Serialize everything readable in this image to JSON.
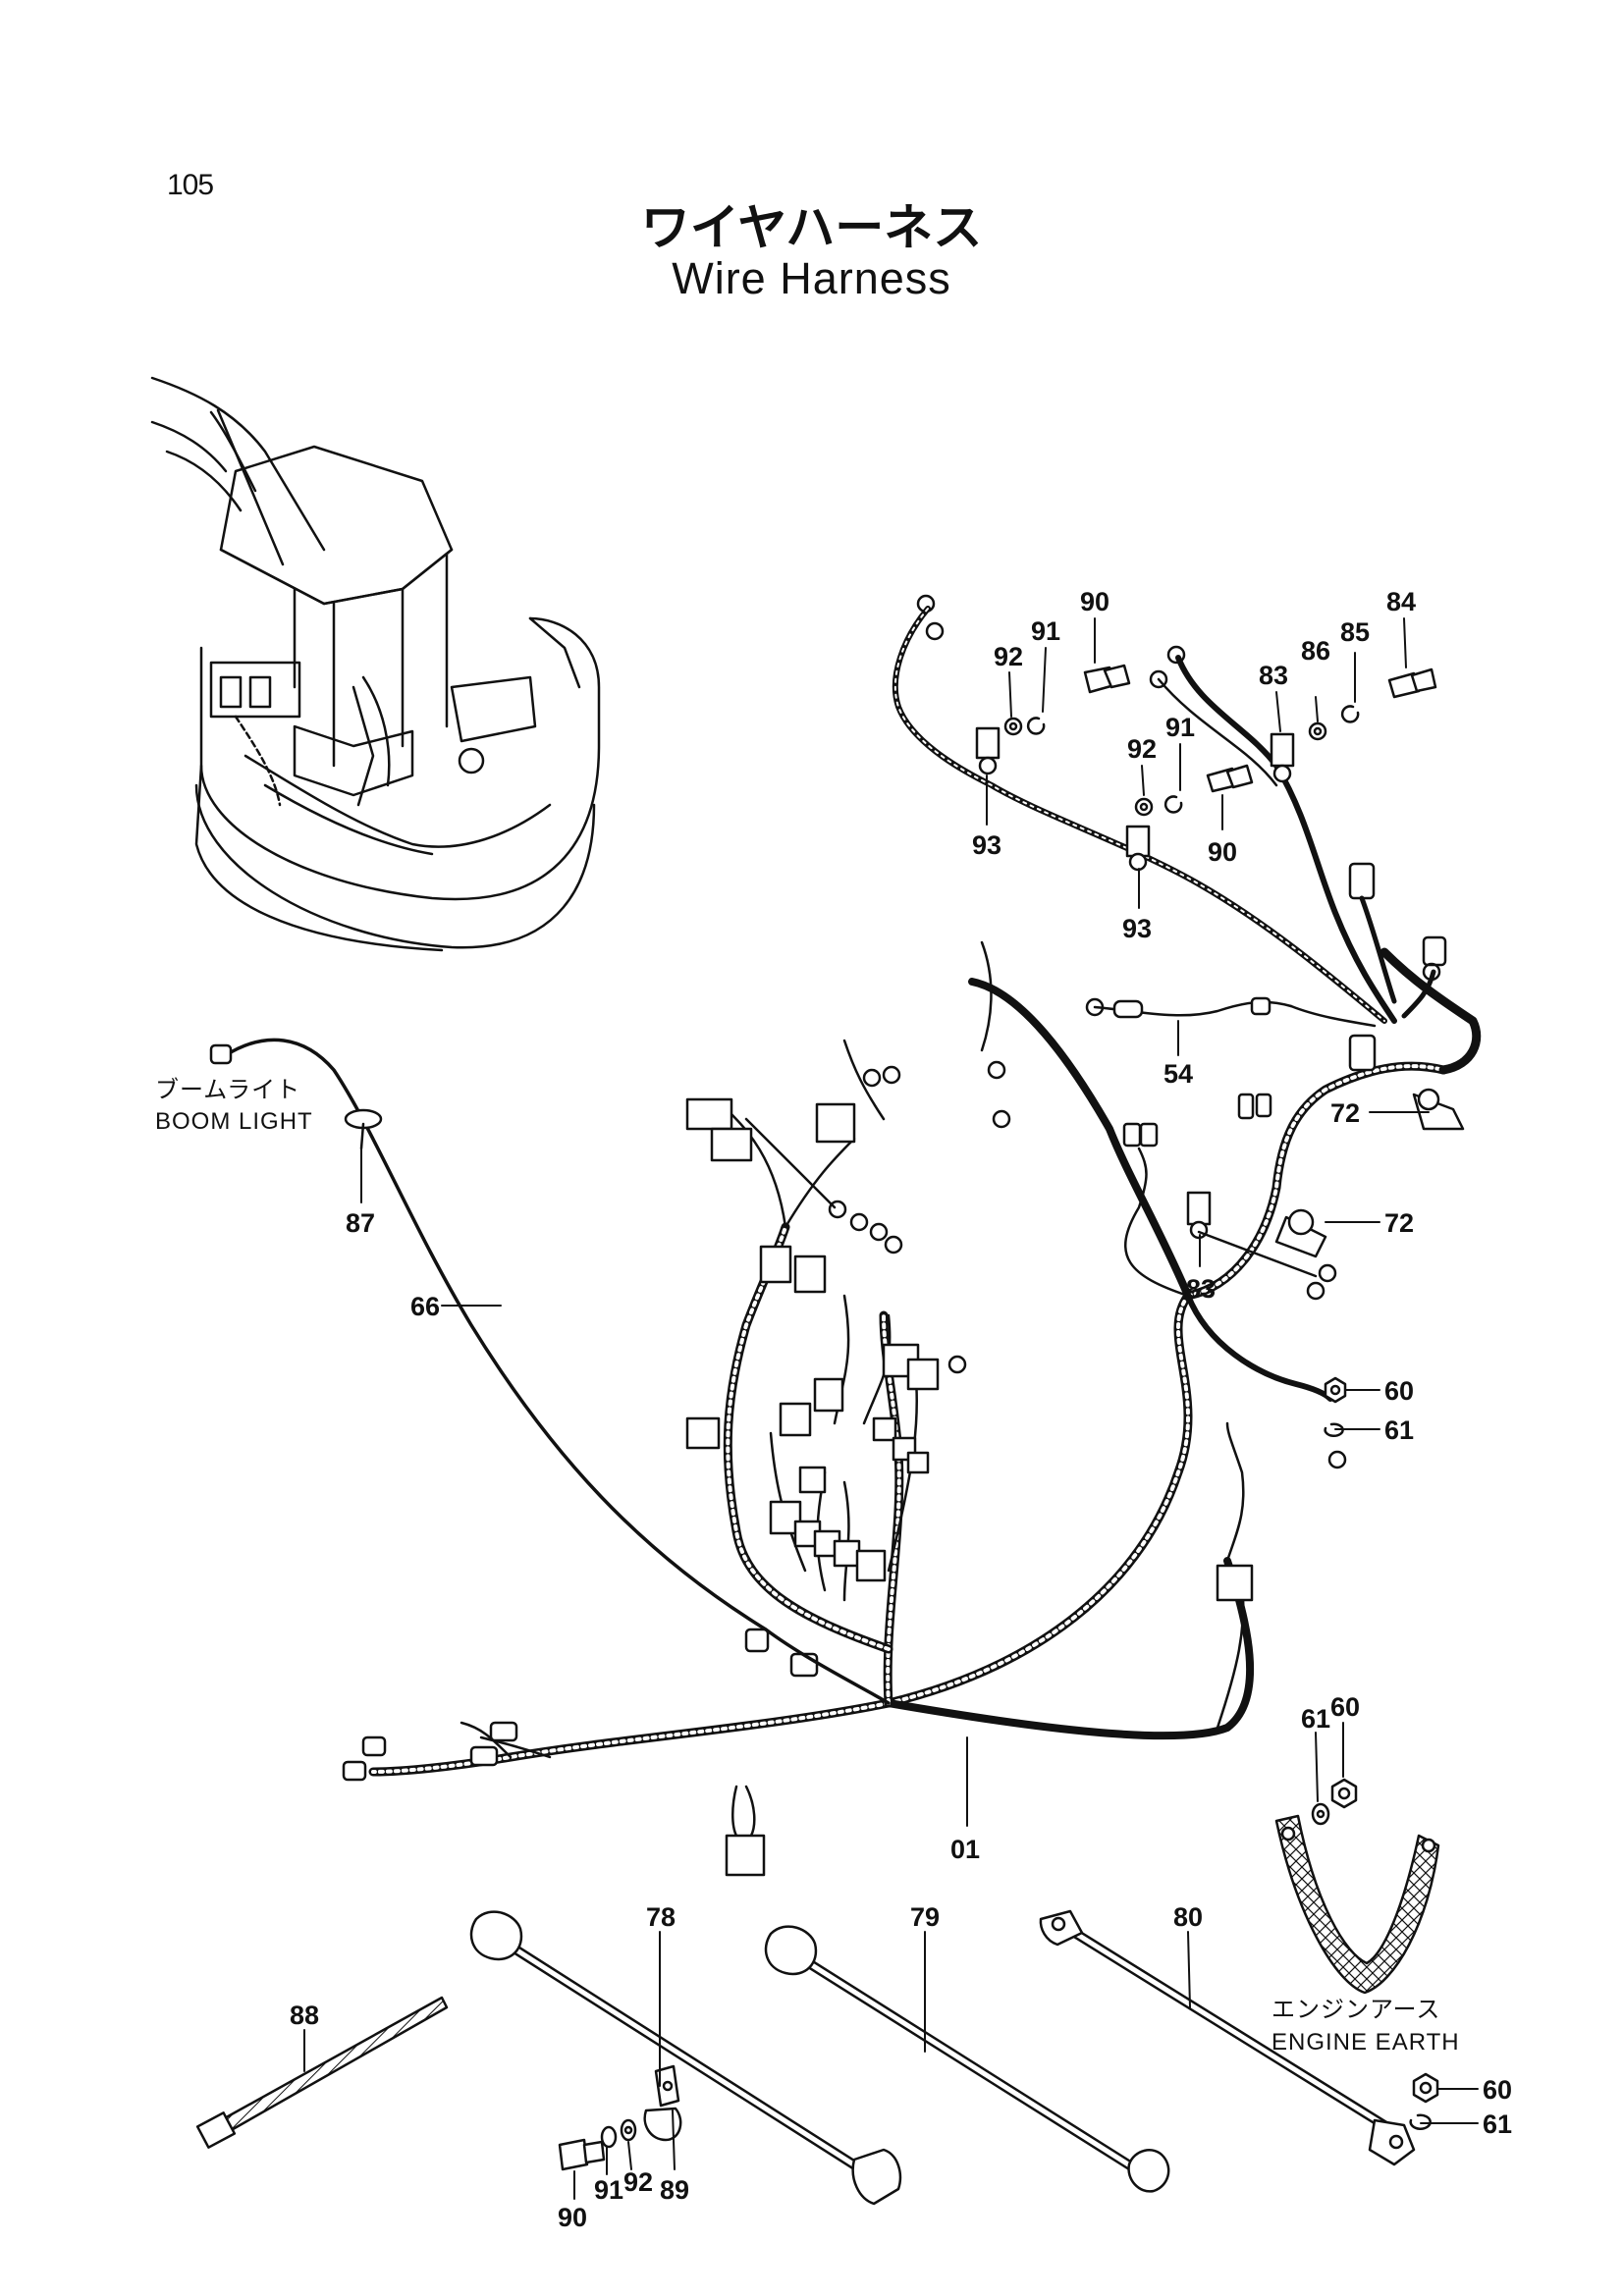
{
  "page": {
    "number": "105",
    "title_jp": "ワイヤハーネス",
    "title_en": "Wire Harness"
  },
  "labels": {
    "boom_light_jp": "ブームライト",
    "boom_light_en": "BOOM LIGHT",
    "engine_earth_jp": "エンジンアース",
    "engine_earth_en": "ENGINE EARTH"
  },
  "callouts": {
    "c90a": "90",
    "c91a": "91",
    "c92a": "92",
    "c84": "84",
    "c86": "86",
    "c85": "85",
    "c83a": "83",
    "c92b": "92",
    "c91b": "91",
    "c93a": "93",
    "c90b": "90",
    "c93b": "93",
    "c54": "54",
    "c72a": "72",
    "c72b": "72",
    "c83b": "83",
    "c87": "87",
    "c66": "66",
    "c60a": "60",
    "c61a": "61",
    "c61b": "61",
    "c60b": "60",
    "c01": "01",
    "c78": "78",
    "c79": "79",
    "c80": "80",
    "c88": "88",
    "c60c": "60",
    "c61c": "61",
    "c90c": "90",
    "c91c": "91",
    "c92c": "92",
    "c89": "89"
  },
  "colors": {
    "line": "#111111",
    "background": "#ffffff"
  }
}
